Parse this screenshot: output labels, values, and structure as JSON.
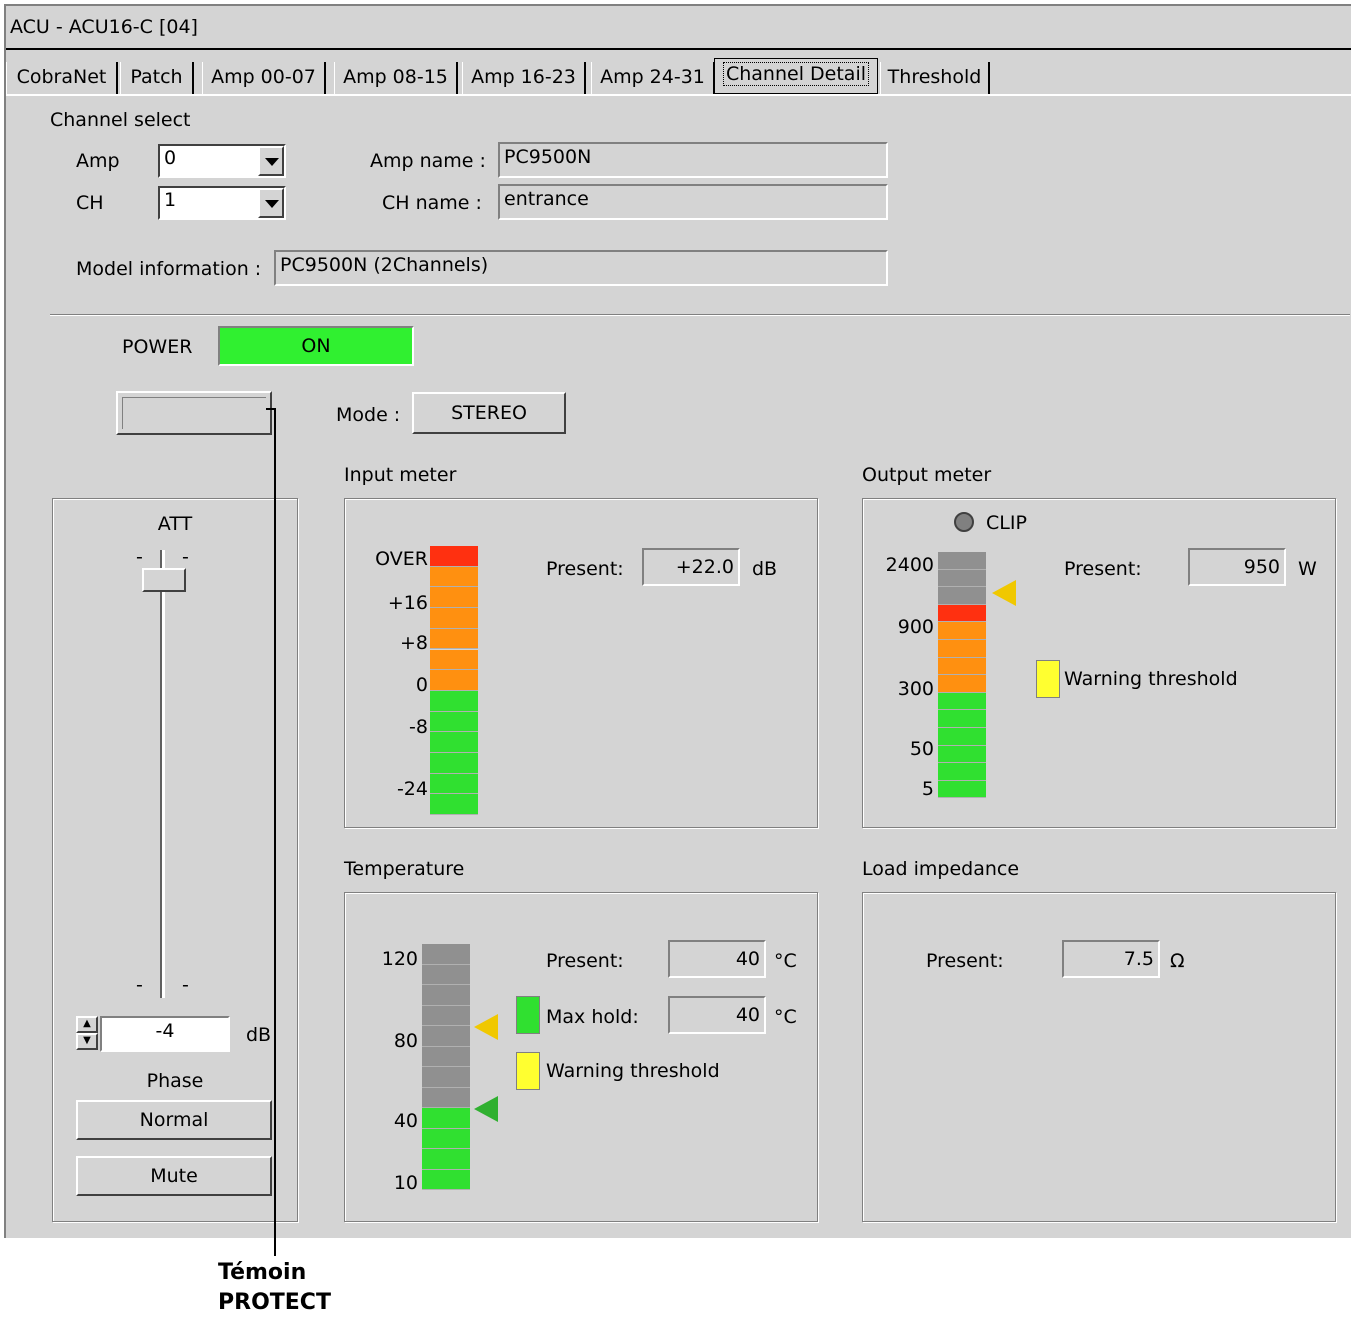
{
  "window": {
    "title": "ACU - ACU16-C [04]"
  },
  "tabs": [
    {
      "label": "CobraNet",
      "active": false
    },
    {
      "label": "Patch",
      "active": false
    },
    {
      "label": "Amp 00-07",
      "active": false
    },
    {
      "label": "Amp 08-15",
      "active": false
    },
    {
      "label": "Amp 16-23",
      "active": false
    },
    {
      "label": "Amp 24-31",
      "active": false
    },
    {
      "label": "Channel Detail",
      "active": true
    },
    {
      "label": "Threshold",
      "active": false
    }
  ],
  "channel_select": {
    "heading": "Channel select",
    "amp_label": "Amp",
    "amp_value": "0",
    "ch_label": "CH",
    "ch_value": "1",
    "amp_name_label": "Amp name :",
    "amp_name_value": "PC9500N",
    "ch_name_label": "CH name :",
    "ch_name_value": "entrance",
    "model_label": "Model information :",
    "model_value": "PC9500N (2Channels)"
  },
  "power": {
    "label": "POWER",
    "status": "ON",
    "status_color": "#30f030"
  },
  "mode": {
    "label": "Mode :",
    "value": "STEREO"
  },
  "att": {
    "heading": "ATT",
    "tick_top": "-",
    "tick_bottom": "-",
    "value": "-4",
    "unit": "dB",
    "phase_label": "Phase",
    "phase_button": "Normal",
    "mute_button": "Mute"
  },
  "input_meter": {
    "title": "Input meter",
    "scale": [
      "OVER",
      "+16",
      "+8",
      "0",
      "-8",
      "-24"
    ],
    "present_label": "Present:",
    "present_value": "+22.0",
    "unit": "dB"
  },
  "output_meter": {
    "title": "Output meter",
    "clip_label": "CLIP",
    "scale": [
      "2400",
      "900",
      "300",
      "50",
      "5"
    ],
    "present_label": "Present:",
    "present_value": "950",
    "unit": "W",
    "warning_label": "Warning threshold"
  },
  "temperature": {
    "title": "Temperature",
    "scale": [
      "120",
      "80",
      "40",
      "10"
    ],
    "present_label": "Present:",
    "present_value": "40",
    "unit": "°C",
    "max_hold_label": "Max hold:",
    "max_hold_value": "40",
    "max_hold_unit": "°C",
    "warning_label": "Warning threshold"
  },
  "load_impedance": {
    "title": "Load impedance",
    "present_label": "Present:",
    "present_value": "7.5",
    "unit": "Ω"
  },
  "colors": {
    "over": "#ff3010",
    "high": "#ff9010",
    "normal": "#30e030",
    "unlit": "#909090",
    "warning": "#ffff30"
  },
  "annotation": {
    "line1": "Témoin",
    "line2": "PROTECT"
  }
}
